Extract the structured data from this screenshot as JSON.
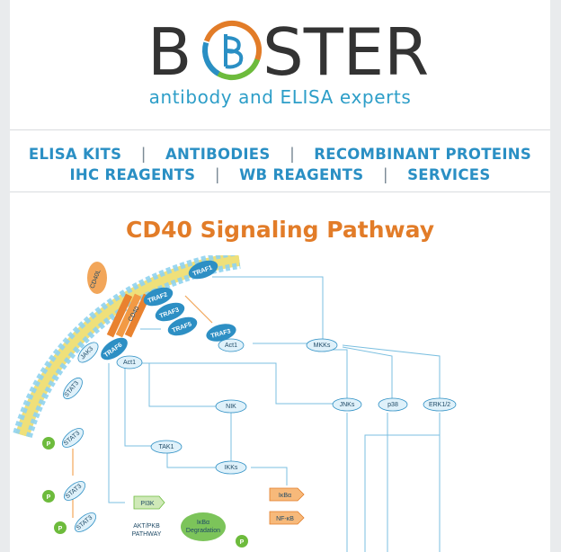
{
  "brand": {
    "logo_text": "BOSTER",
    "tagline": "antibody and ELISA experts"
  },
  "nav": {
    "row1": [
      "ELISA KITS",
      "ANTIBODIES",
      "RECOMBINANT PROTEINS"
    ],
    "row2": [
      "IHC REAGENTS",
      "WB REAGENTS",
      "SERVICES"
    ],
    "separator": "|"
  },
  "content": {
    "title": "CD40 Signaling Pathway"
  },
  "diagram": {
    "labels": {
      "cd40l": "CD40L",
      "cd40": "CD40",
      "traf1": "TRAF1",
      "traf2": "TRAF2",
      "traf3": "TRAF3",
      "traf5": "TRAF5",
      "traf6": "TRAF6",
      "traf3b": "TRAF3",
      "act1a": "Act1",
      "act1b": "Act1",
      "jak3": "JAK3",
      "stat3a": "STAT3",
      "stat3b": "STAT3",
      "stat3c": "STAT3",
      "stat3d": "STAT3",
      "mkks": "MKKs",
      "jnks": "JNKs",
      "p38": "p38",
      "erk": "ERK1/2",
      "nik": "NIK",
      "tak1": "TAK1",
      "ikks": "IKKs",
      "pi3k": "PI3K",
      "ikb": "IκBα",
      "nfkb": "NF-κB",
      "ikb_deg1": "IκBα",
      "ikb_deg2": "Degradation",
      "akt1": "AKT/PKB",
      "akt2": "PATHWAY",
      "p": "P"
    },
    "colors": {
      "membrane_blue": "#8fd3ef",
      "membrane_yellow": "#efe07a",
      "node_blue": "#2d8fc4",
      "node_light": "#dff1fa",
      "arrow": "#7bbfe0",
      "orange": "#f2a65a",
      "green": "#6dbb3c"
    }
  }
}
